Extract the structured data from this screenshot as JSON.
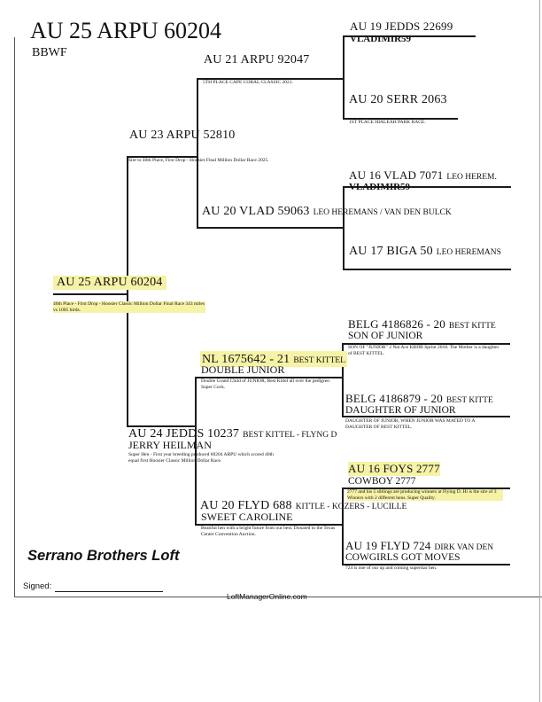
{
  "header": {
    "title": "AU 25 ARPU 60204",
    "color_code": "BBWF"
  },
  "subject": {
    "band": "AU 25 ARPU 60204",
    "notes": "40th Place - First Drop - Hoosier Classic Million Dollar Final Race 343 miles vs 1005 birds."
  },
  "sire": {
    "band": "AU 23 ARPU 52810",
    "notes": "Sire to 40th Place, First Drop - Hoosier Final Million Dollar Race 2025."
  },
  "dam": {
    "band": "AU 24 JEDDS 10237",
    "breeder": "BEST KITTEL - FLYNG D",
    "name": "JERRY HEILMAN",
    "notes": "Super Hen - First year breeding produced 60204 ARPU which scored 40th equal first Hoosier Classic Million Dollar Race."
  },
  "sire_sire": {
    "band": "AU 21 ARPU 92047",
    "notes": "5TH PLACE CAPE CORAL CLASSIC 2021."
  },
  "sire_dam": {
    "band": "AU 20 VLAD 59063",
    "breeder": "LEO HEREMANS / VAN DEN BULCK"
  },
  "dam_sire": {
    "band": "NL 1675642 - 21",
    "breeder": "BEST KITTEL",
    "name": "DOUBLE JUNIOR",
    "notes": "Double Grand Child of JUNIOR, Best Kittel all over the pedigree. Super Cock."
  },
  "dam_dam": {
    "band": "AU 20 FLYD 688",
    "breeder": "KITTLE - KOZERS - LUCILLE",
    "name": "SWEET CAROLINE",
    "notes": "Beatiful hen with a bright future from our best. Donated to the Texas Center Convention Auction."
  },
  "gg": [
    {
      "band": "AU 19 JEDDS 22699",
      "breeder": "",
      "name": "VLADIMIR59",
      "notes": ""
    },
    {
      "band": "AU 20 SERR 2063",
      "breeder": "",
      "name": "",
      "notes": "1ST PLACE HIALEAH PARK RACE."
    },
    {
      "band": "AU 16 VLAD 7071",
      "breeder": "LEO HEREM.",
      "name": "VLADIMIR59",
      "notes": ""
    },
    {
      "band": "AU 17 BIGA 50",
      "breeder": "LEO HEREMANS",
      "name": "",
      "notes": ""
    },
    {
      "band": "BELG 4186826 - 20",
      "breeder": "BEST KITTE",
      "name": "SON OF JUNIOR",
      "notes": "SON OF \"JUNIOR\" 2 Nat Ace KBDB Sprint 2018. The Mother is a daughter of BEST KITTEL."
    },
    {
      "band": "BELG 4186879 - 20",
      "breeder": "BEST KITTE",
      "name": "DAUGHTER OF JUNIOR",
      "notes": "DAUGHTER OF JUNIOR, WHEN JUNIOR WAS MATED TO A DAUGHTER OF BEST KITTEL."
    },
    {
      "band": "AU 16 FOYS 2777",
      "breeder": "",
      "name": "COWBOY 2777",
      "notes": "2777 and his 5 siblings are producing winners at Flying D. Hi is the sire of 3 Winners with 2 different hens. Super Quality."
    },
    {
      "band": "AU 19 FLYD 724",
      "breeder": "DIRK VAN DEN",
      "name": "COWGIRLS GOT MOVES",
      "notes": "724 is one of our up and coming superstar hen."
    }
  ],
  "footer": {
    "loft_name": "Serrano Brothers Loft",
    "signed_label": "Signed:",
    "site": "LoftManagerOnline.com"
  },
  "colors": {
    "highlight": "#f6f2a6",
    "lines": "#1a1a1a"
  }
}
